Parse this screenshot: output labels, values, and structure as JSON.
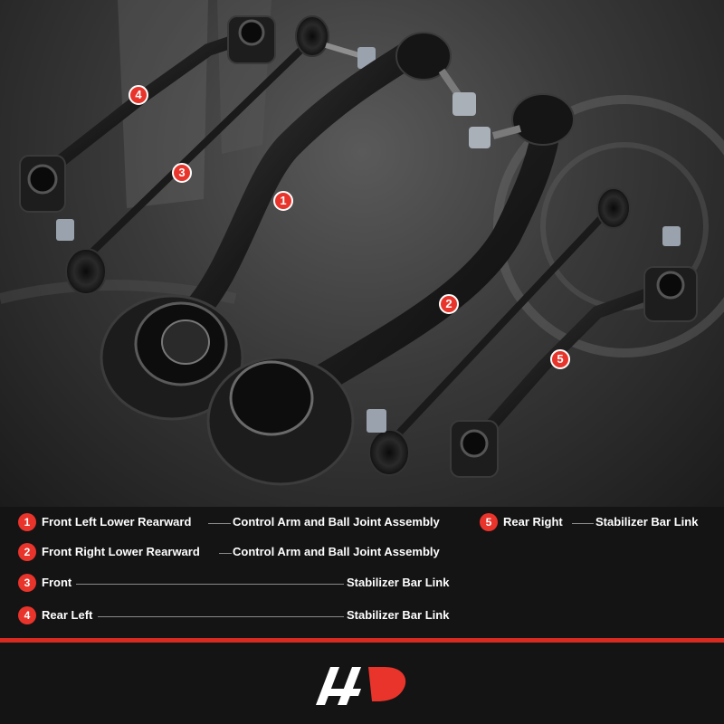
{
  "badges": [
    "1",
    "2",
    "3",
    "4",
    "5"
  ],
  "legend": [
    {
      "num": "1",
      "label": "Front Left Lower Rearward",
      "desc": "Control Arm and Ball Joint Assembly"
    },
    {
      "num": "2",
      "label": "Front Right Lower Rearward",
      "desc": "Control Arm and Ball Joint Assembly"
    },
    {
      "num": "3",
      "label": "Front",
      "desc": "Stabilizer Bar Link"
    },
    {
      "num": "4",
      "label": "Rear Left",
      "desc": "Stabilizer Bar Link"
    },
    {
      "num": "5",
      "label": "Rear Right",
      "desc": "Stabilizer Bar Link"
    }
  ],
  "colors": {
    "accent": "#e8342b",
    "background": "#141414",
    "text": "#ffffff"
  },
  "icons": {
    "logo": "a-premium-logo-icon"
  }
}
